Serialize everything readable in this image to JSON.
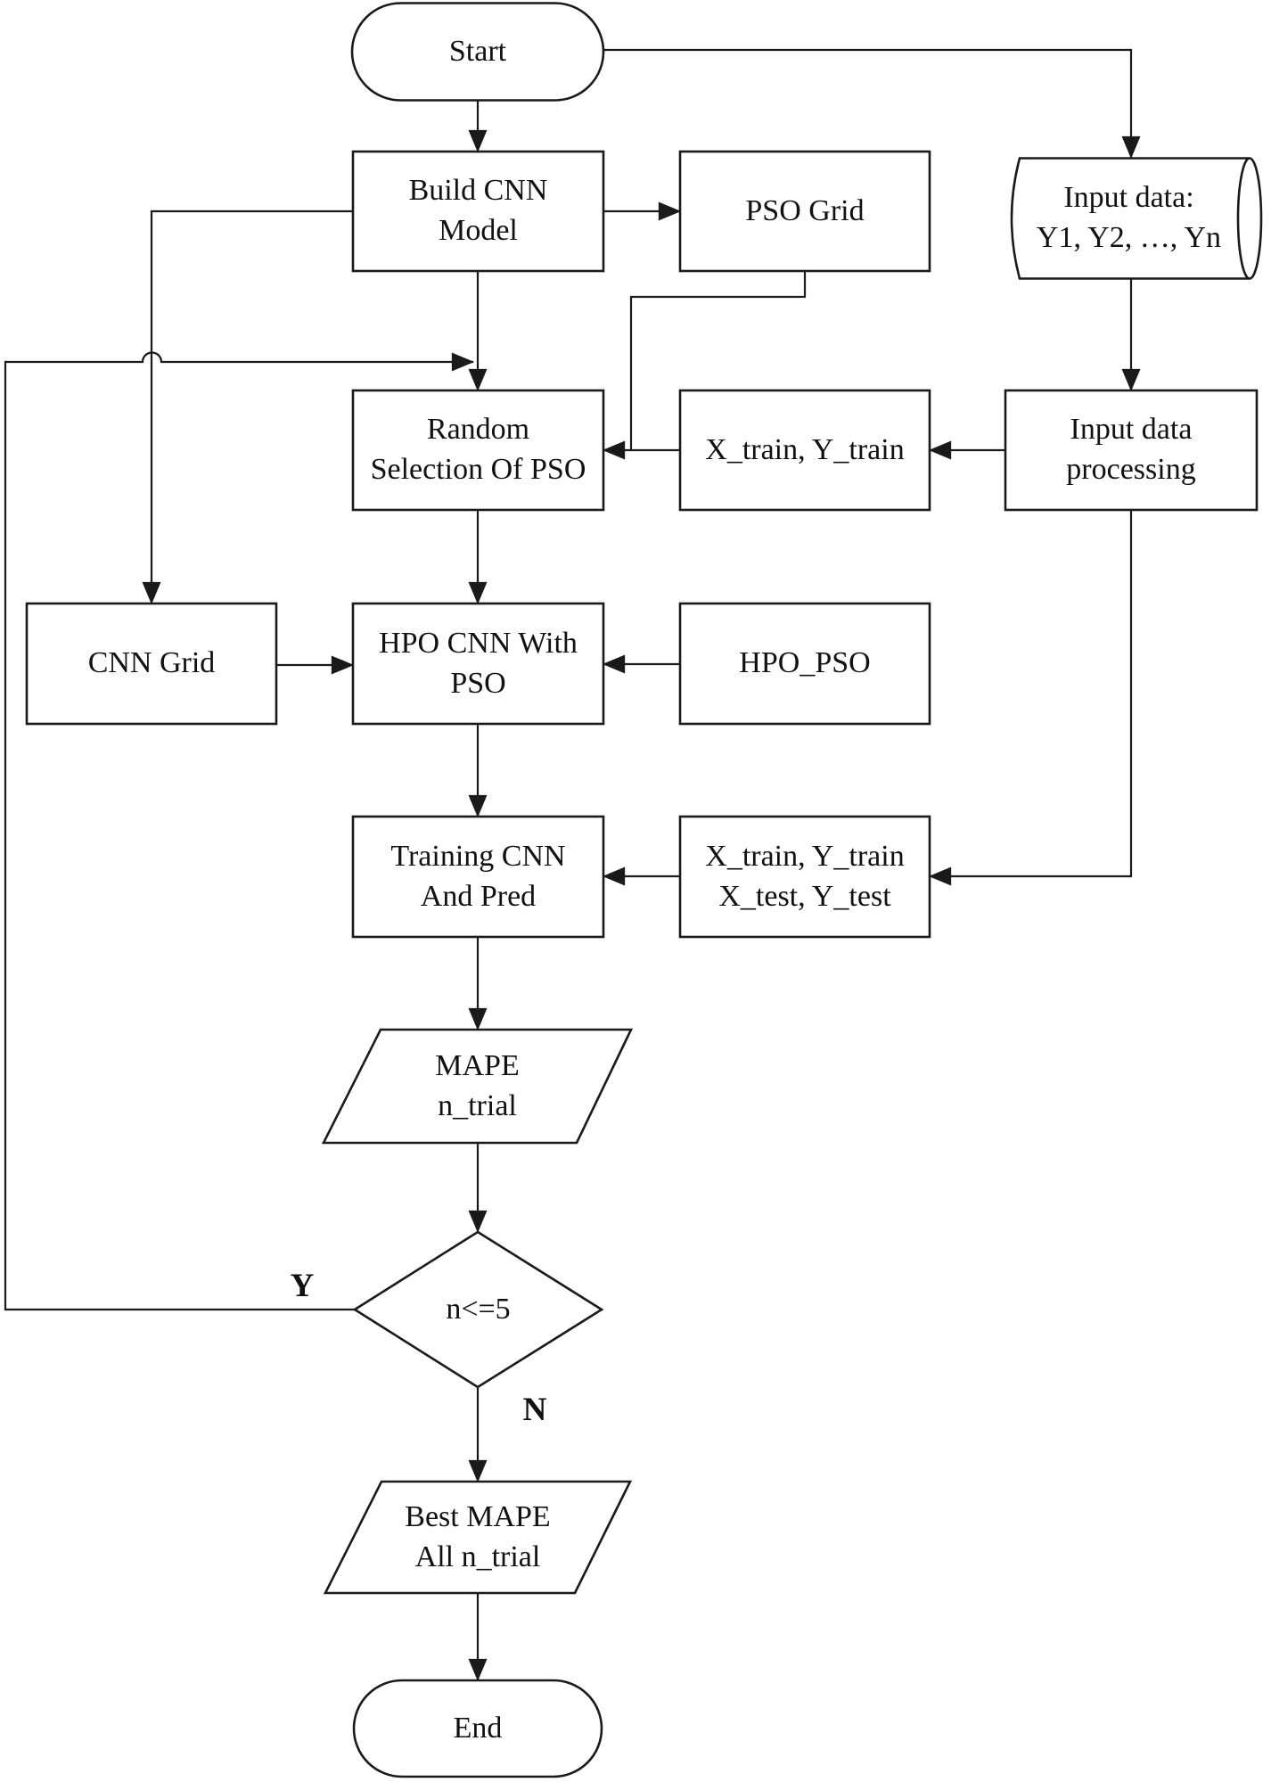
{
  "figure": {
    "title": "CNN hyper-parameter optimization with PSO flowchart",
    "background_color": "#ffffff",
    "line_color": "#1a1a1a",
    "text_color": "#111111"
  },
  "nodes": {
    "start": {
      "label": "Start",
      "type": "terminator"
    },
    "build_cnn": {
      "label": "Build CNN\nModel",
      "type": "process"
    },
    "pso_grid": {
      "label": "PSO Grid",
      "type": "process"
    },
    "input_data": {
      "label": "Input data:\nY1, Y2, …, Yn",
      "type": "data-store"
    },
    "random_selection": {
      "label": "Random\nSelection Of PSO",
      "type": "process"
    },
    "xy_train": {
      "label": "X_train, Y_train",
      "type": "process"
    },
    "input_processing": {
      "label": "Input data\nprocessing",
      "type": "process"
    },
    "cnn_grid": {
      "label": "CNN Grid",
      "type": "process"
    },
    "hpo_cnn": {
      "label": "HPO CNN With\nPSO",
      "type": "process"
    },
    "hpo_pso": {
      "label": "HPO_PSO",
      "type": "process"
    },
    "training": {
      "label": "Training CNN\nAnd Pred",
      "type": "process"
    },
    "xy_test": {
      "label": "X_train, Y_train\nX_test, Y_test",
      "type": "process"
    },
    "mape": {
      "label": "MAPE\nn_trial",
      "type": "input-output"
    },
    "decision": {
      "label": "n<=5",
      "type": "decision"
    },
    "best_mape": {
      "label": "Best MAPE\nAll n_trial",
      "type": "input-output"
    },
    "end": {
      "label": "End",
      "type": "terminator"
    }
  },
  "edge_labels": {
    "yes": "Y",
    "no": "N"
  },
  "edges": [
    {
      "from": "start",
      "to": "build_cnn"
    },
    {
      "from": "start",
      "to": "input_data"
    },
    {
      "from": "build_cnn",
      "to": "pso_grid"
    },
    {
      "from": "build_cnn",
      "to": "random_selection"
    },
    {
      "from": "build_cnn",
      "to": "cnn_grid"
    },
    {
      "from": "pso_grid",
      "to": "random_selection"
    },
    {
      "from": "input_data",
      "to": "input_processing"
    },
    {
      "from": "input_processing",
      "to": "xy_train"
    },
    {
      "from": "input_processing",
      "to": "xy_test"
    },
    {
      "from": "xy_train",
      "to": "random_selection"
    },
    {
      "from": "random_selection",
      "to": "hpo_cnn"
    },
    {
      "from": "cnn_grid",
      "to": "hpo_cnn"
    },
    {
      "from": "hpo_pso",
      "to": "hpo_cnn"
    },
    {
      "from": "hpo_cnn",
      "to": "training"
    },
    {
      "from": "xy_test",
      "to": "training"
    },
    {
      "from": "training",
      "to": "mape"
    },
    {
      "from": "mape",
      "to": "decision"
    },
    {
      "from": "decision",
      "to": "random_selection",
      "label": "Y"
    },
    {
      "from": "decision",
      "to": "best_mape",
      "label": "N"
    },
    {
      "from": "best_mape",
      "to": "end"
    }
  ]
}
